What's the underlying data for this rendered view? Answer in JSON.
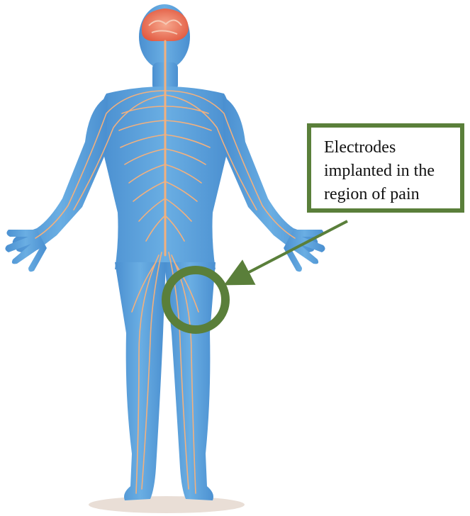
{
  "callout": {
    "lines": [
      "Electrodes",
      "implanted in the",
      "region of pain"
    ]
  },
  "colors": {
    "body": "#5b9fd9",
    "nerves": "#f2b07e",
    "brain": "#e8735b",
    "marker": "#5a7f3a",
    "shadow": "#e9ded6"
  },
  "icons": [
    "brain-icon",
    "nervous-system-figure",
    "target-ring-icon",
    "arrow-icon"
  ]
}
